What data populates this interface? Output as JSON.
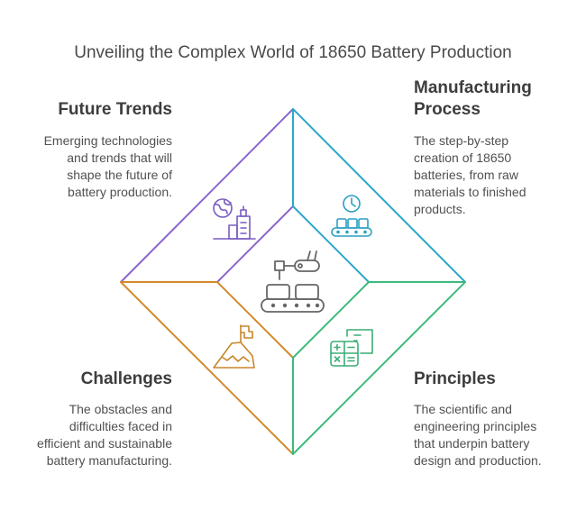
{
  "title": "Unveiling the Complex World of 18650 Battery Production",
  "sections": {
    "future_trends": {
      "heading": "Future Trends",
      "desc": [
        "Emerging technologies",
        "and trends that will",
        "shape the future of",
        "battery production."
      ],
      "color": "#8060c8",
      "icon": "globe-buildings-icon"
    },
    "manufacturing": {
      "heading": [
        "Manufacturing",
        "Process"
      ],
      "desc": [
        "The step-by-step",
        "creation of 18650",
        "batteries, from raw",
        "materials to finished",
        "products."
      ],
      "color": "#2ba7c9",
      "icon": "clock-conveyor-icon"
    },
    "challenges": {
      "heading": "Challenges",
      "desc": [
        "The obstacles and",
        "difficulties faced in",
        "efficient and sustainable",
        "battery manufacturing."
      ],
      "color": "#d48a2a",
      "icon": "mountain-flag-icon"
    },
    "principles": {
      "heading": "Principles",
      "desc": [
        "The scientific and",
        "engineering principles",
        "that underpin battery",
        "design and production."
      ],
      "color": "#3cba7e",
      "icon": "calculator-document-icon"
    }
  },
  "center_icon": "robot-arm-conveyor-icon"
}
